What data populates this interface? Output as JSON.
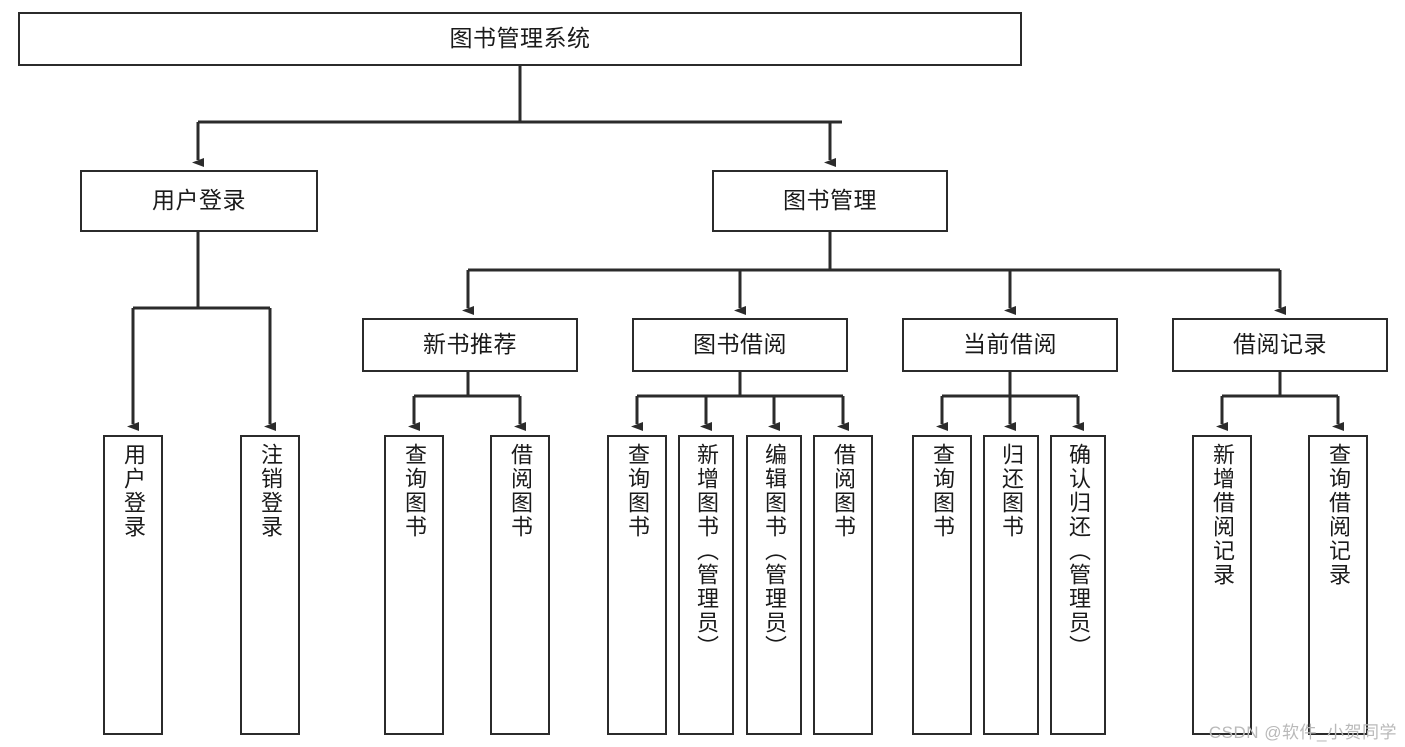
{
  "diagram": {
    "title": "图书管理系统",
    "type": "hierarchy-tree",
    "watermark": "CSDN @软件_小贺同学",
    "colors": {
      "box_border": "#2b2b2b",
      "box_fill": "#ffffff",
      "connector": "#2b2b2b",
      "text": "#1a1a1a",
      "watermark": "#b9b9b9"
    },
    "root": {
      "label": "图书管理系统"
    },
    "level2": [
      {
        "label": "用户登录"
      },
      {
        "label": "图书管理"
      }
    ],
    "level3": [
      {
        "label": "新书推荐"
      },
      {
        "label": "图书借阅"
      },
      {
        "label": "当前借阅"
      },
      {
        "label": "借阅记录"
      }
    ],
    "leaves": [
      {
        "label": "用户登录"
      },
      {
        "label": "注销登录"
      },
      {
        "label": "查询图书"
      },
      {
        "label": "借阅图书"
      },
      {
        "label": "查询图书"
      },
      {
        "label": "新增图书（管理员）"
      },
      {
        "label": "编辑图书（管理员）"
      },
      {
        "label": "借阅图书"
      },
      {
        "label": "查询图书"
      },
      {
        "label": "归还图书"
      },
      {
        "label": "确认归还（管理员）"
      },
      {
        "label": "新增借阅记录"
      },
      {
        "label": "查询借阅记录"
      }
    ]
  }
}
